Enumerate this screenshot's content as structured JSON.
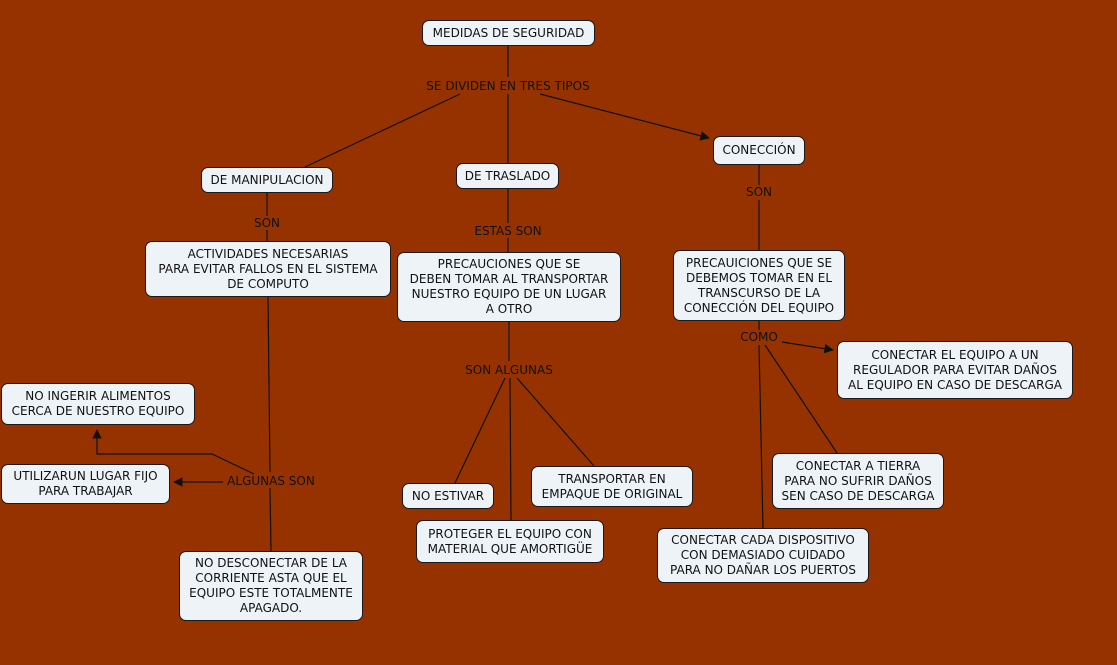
{
  "nodes": {
    "root": "MEDIDAS DE SEGURIDAD",
    "manipulacion": "DE MANIPULACION",
    "traslado": "DE TRASLADO",
    "coneccion": "CONECCIÓN",
    "actividades": "ACTIVIDADES NECESARIAS\nPARA EVITAR FALLOS EN EL SISTEMA\nDE COMPUTO",
    "precauciones_traslado": "PRECAUCIONES QUE SE\nDEBEN TOMAR AL TRANSPORTAR\nNUESTRO EQUIPO DE UN LUGAR\nA OTRO",
    "precauciones_coneccion": "PRECAUICIONES QUE SE\nDEBEMOS TOMAR EN EL\nTRANSCURSO DE LA\nCONECCIÓN DEL EQUIPO",
    "no_ingerir": "NO INGERIR ALIMENTOS\nCERCA DE NUESTRO EQUIPO",
    "lugar_fijo": "UTILIZARUN LUGAR FIJO\nPARA TRABAJAR",
    "no_desconectar": "NO DESCONECTAR DE LA\nCORRIENTE ASTA QUE EL\nEQUIPO ESTE TOTALMENTE\nAPAGADO.",
    "no_estivar": "NO ESTIVAR",
    "proteger": "PROTEGER EL EQUIPO CON\nMATERIAL QUE AMORTIGÜE",
    "transportar": "TRANSPORTAR EN\nEMPAQUE DE ORIGINAL",
    "regulador": "CONECTAR EL EQUIPO A UN\nREGULADOR PARA EVITAR DAÑOS\nAL EQUIPO EN CASO DE DESCARGA",
    "tierra": "CONECTAR A TIERRA\nPARA NO SUFRIR DAÑOS\nSEN CASO DE DESCARGA",
    "dispositivo": "CONECTAR CADA DISPOSITIVO\nCON DEMASIADO CUIDADO\nPARA NO DAÑAR LOS PUERTOS"
  },
  "links": {
    "se_dividen": "SE DIVIDEN EN TRES TIPOS",
    "son_manip": "SON",
    "estas_son": "ESTAS SON",
    "son_conec": "SON",
    "algunas_son": "ALGUNAS SON",
    "son_algunas": "SON ALGUNAS",
    "como": "COMO"
  },
  "colors": {
    "background": "#963200",
    "node_fill": "#eef3f8",
    "line": "#111111"
  }
}
